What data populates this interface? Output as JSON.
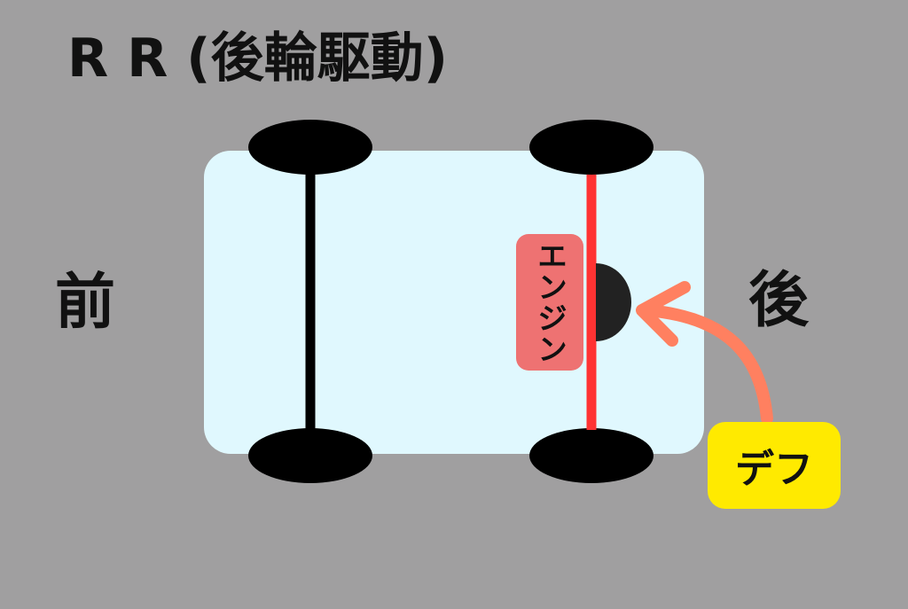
{
  "title": "R R (後輪駆動)",
  "labels": {
    "front": "前",
    "rear": "後",
    "engine": "エンジン",
    "differential": "デフ"
  },
  "colors": {
    "background": "#a09fa0",
    "car_body": "#e0f8fe",
    "wheel": "#000000",
    "front_axle": "#000000",
    "rear_axle": "#ff3333",
    "engine": "#222222",
    "engine_label_bg": "#ee7272",
    "diff_label_bg": "#ffea00",
    "arrow": "#ff8060"
  }
}
